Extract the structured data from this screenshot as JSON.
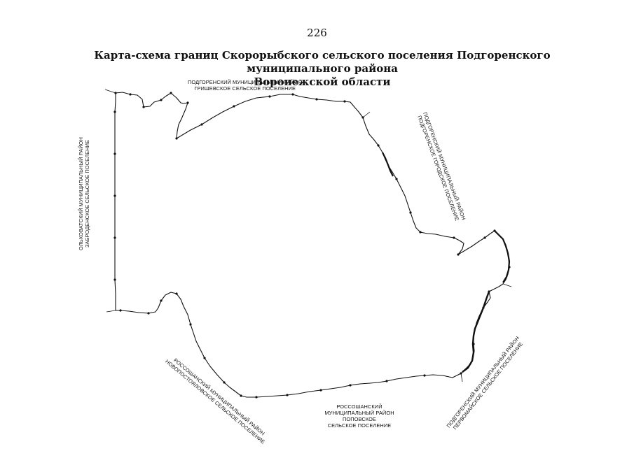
{
  "page_number": "226",
  "title": {
    "line1": "Карта-схема границ Скорорыбского сельского поселения Подгоренского муниципального района",
    "line2": "Воронежской области"
  },
  "neighbors": {
    "north": {
      "line1": "ПОДГОРЕНСКИЙ МУНИЦИПАЛЬНЫЙ РАЙОН",
      "line2": "ГРИШЕВСКОЕ СЕЛЬСКОЕ ПОСЕЛЕНИЕ"
    },
    "east": {
      "line1": "ПОДГОРЕНСКИЙ МУНИЦИПАЛЬНЫЙ РАЙОН",
      "line2": "ПОДГОРЕНСКОЕ ГОРОДСКОЕ ПОСЕЛЕНИЕ"
    },
    "west": {
      "line1": "ОЛЬХОВАТСКИЙ МУНИЦИПАЛЬНЫЙ РАЙОН",
      "line2": "ЗАБРОДЕНСКОЕ СЕЛЬСКОЕ ПОСЕЛЕНИЕ"
    },
    "southwest": {
      "line1": "РОССОШАНСКИЙ МУНИЦИПАЛЬНЫЙ РАЙОН",
      "line2": "НОВОПОСТОЯЛОВСКОЕ СЕЛЬСКОЕ ПОСЕЛЕНИЕ"
    },
    "south": {
      "line1": "РОССОШАНСКИЙ",
      "line2": "МУНИЦИПАЛЬНЫЙ РАЙОН",
      "line3": "ПОПОВСКОЕ",
      "line4": "СЕЛЬСКОЕ ПОСЕЛЕНИЕ"
    },
    "southeast": {
      "line1": "ПОДГОРЕНСКИЙ МУНИЦИПАЛЬНЫЙ РАЙОН",
      "line2": "ПЕРВОМАЙСКОЕ СЕЛЬСКОЕ ПОСЕЛЕНИЕ"
    }
  },
  "colors": {
    "ink": "#111111",
    "paper": "#ffffff"
  }
}
